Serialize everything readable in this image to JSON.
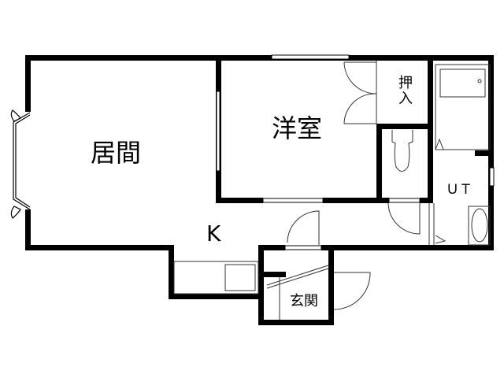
{
  "floorplan": {
    "rooms": {
      "living": "居間",
      "western_room": "洋室",
      "closet": "押入",
      "kitchen": "K",
      "unit_bath": "ＵＴ",
      "entrance": "玄関"
    },
    "colors": {
      "wall": "#000000",
      "background": "#ffffff",
      "fixture_line": "#555555"
    }
  }
}
